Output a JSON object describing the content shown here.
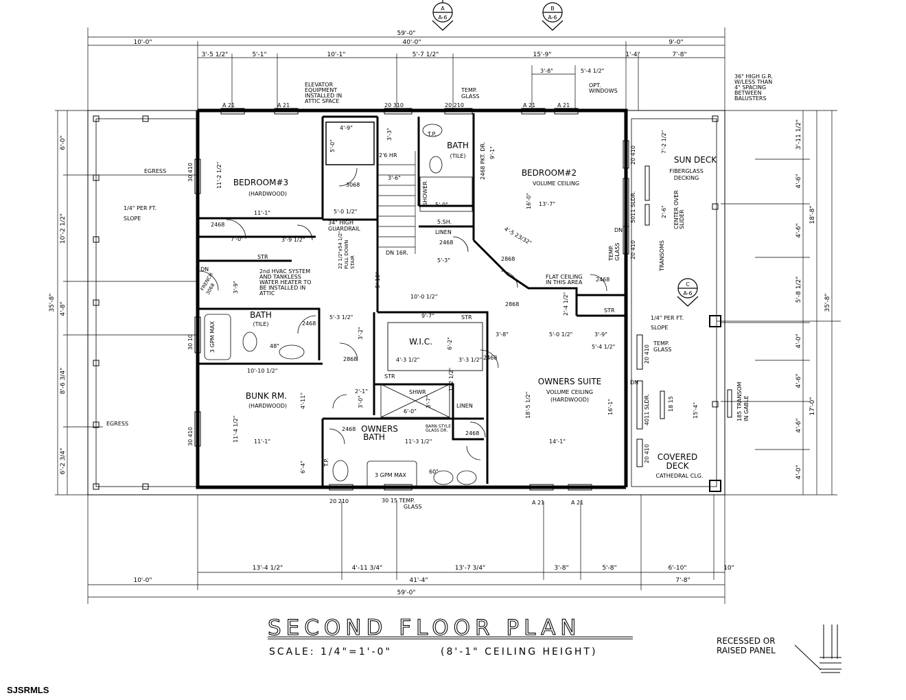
{
  "title": "SECOND FLOOR PLAN",
  "scale": "SCALE: 1/4\"=1'-0\"",
  "ceiling_note": "(8'-1\" CEILING HEIGHT)",
  "watermark": "SJSRMLS",
  "section_markers": [
    {
      "letter": "A",
      "sheet": "A-6"
    },
    {
      "letter": "B",
      "sheet": "A-6"
    },
    {
      "letter": "C",
      "sheet": "A-6"
    }
  ],
  "dims_top": {
    "overall": "59'-0\"",
    "row2": [
      "10'-0\"",
      "40'-0\"",
      "9'-0\""
    ],
    "row3": [
      "3'-5 1/2\"",
      "5'-1\"",
      "10'-1\"",
      "5'-7 1/2\"",
      "15'-9\"",
      "1'-4\"",
      "7'-8\""
    ]
  },
  "dims_bottom": {
    "row1": [
      "13'-4 1/2\"",
      "4'-11 3/4\"",
      "13'-7 3/4\"",
      "3'-8\"",
      "5'-8\"",
      "6'-10\"",
      "10\""
    ],
    "row2": [
      "10'-0\"",
      "41'-4\"",
      "7'-8\""
    ],
    "overall": "59'-0\""
  },
  "dims_left": [
    "6'-0\"",
    "10'-2 1/2\"",
    "4'-8\"",
    "8'-6 3/4\"",
    "6'-2 3/4\"",
    "35'-8\""
  ],
  "dims_right": [
    "3'-11 1/2\"",
    "4'-6\"",
    "4'-6\"",
    "5'-8 1/2\"",
    "4'-0\"",
    "4'-6\"",
    "4'-6\"",
    "4'-0\"",
    "18'-8\"",
    "17'-0\"",
    "35'-8\""
  ],
  "rooms": {
    "bedroom3": {
      "name": "BEDROOM#3",
      "sub": "(HARDWOOD)"
    },
    "bedroom2": {
      "name": "BEDROOM#2",
      "sub": "VOLUME CEILING"
    },
    "bath_top": {
      "name": "BATH",
      "sub": "(TILE)"
    },
    "bath_left": {
      "name": "BATH",
      "sub": "(TILE)"
    },
    "bunk": {
      "name": "BUNK RM.",
      "sub": "(HARDWOOD)"
    },
    "wic": {
      "name": "W.I.C."
    },
    "owners_suite": {
      "name": "OWNERS SUITE",
      "sub1": "VOLUME CEILING",
      "sub2": "(HARDWOOD)"
    },
    "owners_bath": {
      "name1": "OWNERS",
      "name2": "BATH"
    },
    "sun_deck": {
      "name": "SUN DECK",
      "sub1": "FIBERGLASS",
      "sub2": "DECKING"
    },
    "covered_deck": {
      "name1": "COVERED",
      "name2": "DECK",
      "sub": "CATHEDRAL CLG."
    }
  },
  "notes": {
    "elevator": [
      "ELEVATOR",
      "EQUIPMENT",
      "INSTALLED IN",
      "ATTIC SPACE"
    ],
    "balusters": [
      "36\" HIGH G.R.",
      "W/LESS THAN",
      "4\" SPACING",
      "BETWEEN",
      "BALUSTERS"
    ],
    "opt_windows": [
      "OPT.",
      "WINDOWS"
    ],
    "temp_glass_top": [
      "TEMP.",
      "GLASS"
    ],
    "hvac": [
      "2nd HVAC SYSTEM",
      "AND TANKLESS",
      "WATER HEATER TO",
      "BE INSTALLED IN",
      "ATTIC"
    ],
    "guardrail": [
      "34\" HIGH",
      "GUARDRAIL"
    ],
    "flat_ceiling": [
      "FLAT CEILING",
      "IN THIS AREA"
    ],
    "egress1": "EGRESS",
    "egress2": "EGRESS",
    "slope_left": [
      "1/4\" PER FT.",
      "SLOPE"
    ],
    "slope_right": [
      "1/4\" PER FT.",
      "SLOPE"
    ],
    "temp_glass_right": [
      "TEMP.",
      "GLASS"
    ],
    "temp_glass_mid": [
      "TEMP.",
      "GLASS"
    ],
    "temp_glass_bottom": [
      "30 15 TEMP.",
      "GLASS"
    ],
    "transoms": "TRANSOMS",
    "center_over": [
      "CENTER OVER",
      "SLIDER"
    ],
    "recessed": [
      "RECESSED OR",
      "RAISED PANEL"
    ],
    "barn": [
      "BARN STYLE",
      "GLASS DR."
    ],
    "transom_gable": [
      "185 TRANSOM",
      "IN GABLE"
    ],
    "pocket_dr": "2468 PKT. DR.",
    "hr": "2'6 HR",
    "pull_down": [
      "22 1/2\"x54 1/2\"",
      "PULL DOWN",
      "STAIR"
    ],
    "gpm1": "3 GPM MAX",
    "gpm2": "3 GPM MAX",
    "french": [
      "FRENCH",
      "3068"
    ]
  },
  "labels": {
    "str": "STR",
    "dn": "DN",
    "dn16": "DN 16R.",
    "linen": "LINEN",
    "sh": "5.SH.",
    "shower": "SHOWER",
    "shwr": "SHWR",
    "tp": "T.P.",
    "w3010": "30 10",
    "w30410": "30 410",
    "w20310": "20 310",
    "w20210": "20 210",
    "w20410": "20 410",
    "a21": "A 21",
    "s5011": "5011 SLDR.",
    "s4011": "4011 SLDR.",
    "d2468": "2468",
    "d2868": "2868",
    "d3068": "3068",
    "d1815": "18 15",
    "v48": "48\"",
    "v60": "60\""
  },
  "interior_dims": [
    "4'-9\"",
    "5'-0\"",
    "3'-3\"",
    "3'-6\"",
    "9'-1\"",
    "5'-0\"",
    "11'-2 1/2\"",
    "11'-1\"",
    "5'-0 1/2\"",
    "7'-0\"",
    "3'-9 1/2\"",
    "3'-9\"",
    "16'-0\"",
    "13'-7\"",
    "4'-5 23/32\"",
    "5'-3\"",
    "10'-0 1/2\"",
    "5'-3 1/2\"",
    "9'-7\"",
    "3'-8\"",
    "5'-0 1/2\"",
    "3'-9\"",
    "5'-4 1/2\"",
    "10'-10 1/2\"",
    "4'-3 1/2\"",
    "3'-3 1/2\"",
    "11'-4 1/2\"",
    "11'-1\"",
    "4'-11\"",
    "6'-4\"",
    "11'-3 1/2\"",
    "14'-1\"",
    "18'-5 1/2\"",
    "16'-1\"",
    "15'-4\"",
    "3'-8\"",
    "5'-4 1/2\"",
    "7'-2 1/2\"",
    "2'-6\"",
    "6'-2\"",
    "5'-10\"",
    "1'-2 1/2\"",
    "6'-0\"",
    "3'-7\"",
    "2'-1\"",
    "3'-0\"",
    "3'-2\"",
    "2'-4 1/2\""
  ]
}
